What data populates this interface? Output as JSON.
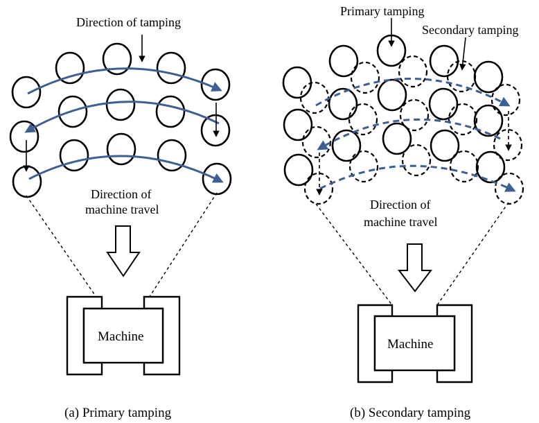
{
  "panel_a": {
    "top_label": "Direction of tamping",
    "travel_label_line1": "Direction of",
    "travel_label_line2": "machine travel",
    "machine_label": "Machine",
    "caption": "(a) Primary tamping"
  },
  "panel_b": {
    "primary_label": "Primary tamping",
    "secondary_label": "Secondary tamping",
    "travel_label_line1": "Direction of",
    "travel_label_line2": "machine travel",
    "machine_label": "Machine",
    "caption": "(b) Secondary tamping"
  },
  "colors": {
    "arc": "#3d5f91",
    "line": "#000000"
  }
}
